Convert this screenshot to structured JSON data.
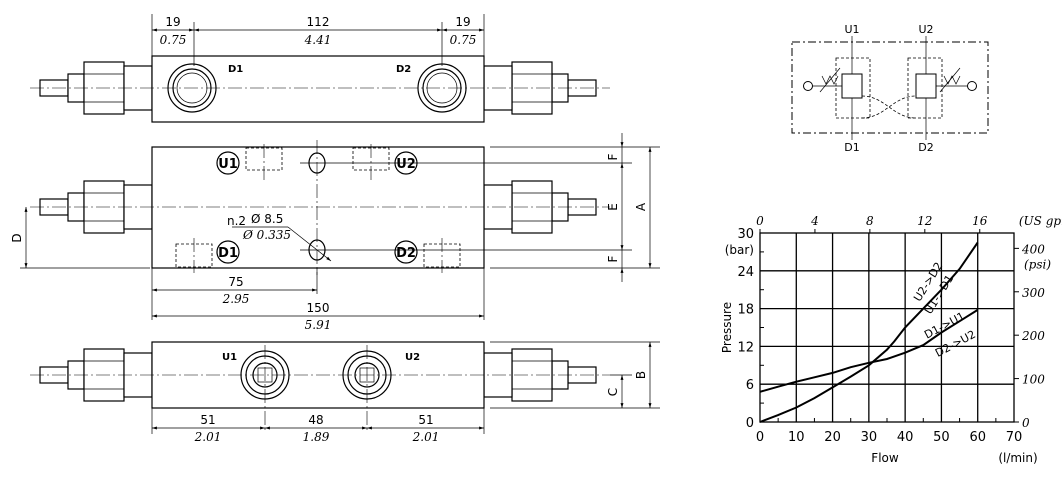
{
  "top_view": {
    "dims": [
      {
        "mm": "19",
        "in": "0.75"
      },
      {
        "mm": "112",
        "in": "4.41"
      },
      {
        "mm": "19",
        "in": "0.75"
      }
    ],
    "port_labels": [
      "D1",
      "D2"
    ]
  },
  "front_view": {
    "port_labels": [
      "U1",
      "U2",
      "D1",
      "D2"
    ],
    "hole_note": {
      "qty": "n.2",
      "mm": "Ø 8.5",
      "in": "Ø 0.335"
    },
    "dim_75": {
      "mm": "75",
      "in": "2.95"
    },
    "dim_150": {
      "mm": "150",
      "in": "5.91"
    },
    "letters": {
      "F_top": "F",
      "E": "E",
      "F_bottom": "F",
      "A": "A",
      "D": "D"
    }
  },
  "bottom_view": {
    "port_labels": [
      "U1",
      "U2"
    ],
    "dims": [
      {
        "mm": "51",
        "in": "2.01"
      },
      {
        "mm": "48",
        "in": "1.89"
      },
      {
        "mm": "51",
        "in": "2.01"
      }
    ],
    "letters": {
      "C": "C",
      "B": "B"
    }
  },
  "schematic": {
    "labels": {
      "U1": "U1",
      "U2": "U2",
      "D1": "D1",
      "D2": "D2"
    }
  },
  "chart_data": {
    "type": "line",
    "xlabel": "Flow",
    "xunit": "(l/min)",
    "ylabel": "Pressure",
    "yunit": "(bar)",
    "xlim": [
      0,
      70
    ],
    "ylim": [
      0,
      30
    ],
    "xticks": [
      0,
      10,
      20,
      30,
      40,
      50,
      60,
      70
    ],
    "yticks": [
      0,
      6,
      12,
      18,
      24,
      30
    ],
    "top_axis": {
      "unit": "(US gpm)",
      "ticks": [
        0,
        4,
        8,
        12,
        16
      ],
      "factor_lpm_per_unit": 3.785
    },
    "right_axis": {
      "unit": "(psi)",
      "ticks": [
        0,
        100,
        200,
        300,
        400
      ],
      "factor_bar_per_unit": 0.0689
    },
    "grid": true,
    "series": [
      {
        "name": "U2->D2 / U1->D1",
        "label_a": "U2->D2",
        "label_b": "U1->D1",
        "x": [
          0,
          5,
          10,
          15,
          20,
          25,
          30,
          35,
          37,
          40,
          45,
          50,
          55,
          60
        ],
        "y": [
          0,
          1.1,
          2.3,
          3.8,
          5.5,
          7.2,
          9,
          11.5,
          12.8,
          15,
          18,
          21,
          24.3,
          28.5
        ]
      },
      {
        "name": "D1->U1 / D2->U2",
        "label_a": "D1->U1",
        "label_b": "D2->U2",
        "x": [
          0,
          5,
          10,
          15,
          20,
          25,
          30,
          35,
          40,
          45,
          50,
          55,
          60
        ],
        "y": [
          4.8,
          5.6,
          6.4,
          7.1,
          7.8,
          8.7,
          9.4,
          10,
          11,
          12.2,
          14.2,
          16,
          17.8
        ]
      }
    ]
  }
}
